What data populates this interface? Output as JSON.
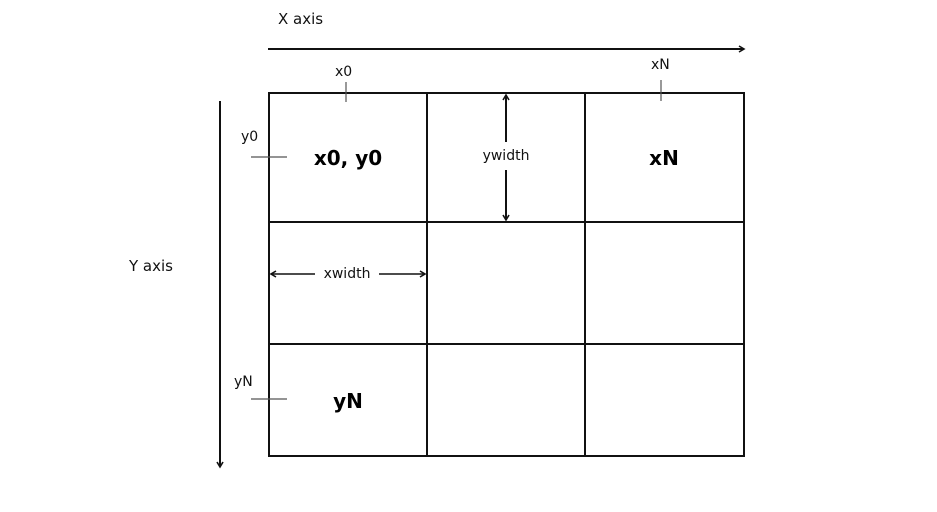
{
  "diagram": {
    "x_axis": {
      "label": "X axis"
    },
    "y_axis": {
      "label": "Y axis"
    },
    "ticks": {
      "x0": "x0",
      "xN": "xN",
      "y0": "y0",
      "yN": "yN"
    },
    "cells": {
      "first": "x0, y0",
      "last_col": "xN",
      "last_row": "yN"
    },
    "dimensions": {
      "xwidth": "xwidth",
      "ywidth": "ywidth"
    },
    "grid": {
      "rows": 3,
      "cols": 3
    },
    "colors": {
      "stroke": "#111111",
      "tick": "#555555",
      "background": "#ffffff"
    }
  }
}
